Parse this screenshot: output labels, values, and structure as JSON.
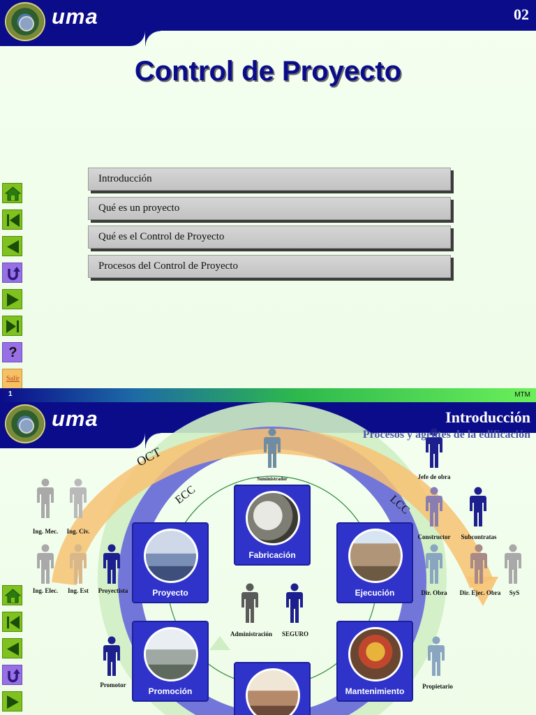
{
  "slide1": {
    "logo_text": "uma",
    "slide_number": "02",
    "title": "Control de Proyecto",
    "menu": [
      "Introducción",
      "Qué es un proyecto",
      "Qué es el Control de Proyecto",
      "Procesos del Control de Proyecto"
    ],
    "nav": {
      "help": "?",
      "exit": "Salir"
    }
  },
  "separator": {
    "left": "1",
    "right": "MTM"
  },
  "slide2": {
    "logo_text": "uma",
    "title": "Introducción",
    "subtitle": "Procesos y agentes de la edificación",
    "arcs": {
      "outer": "OCT",
      "middle": "ECC",
      "right": "LCC"
    },
    "cards": {
      "fabricacion": "Fabricación",
      "proyecto": "Proyecto",
      "ejecucion": "Ejecución",
      "promocion": "Promoción",
      "mantenimiento": "Mantenimiento"
    },
    "agents": {
      "ing_mec": "Ing. Mec.",
      "ing_civ": "Ing. Civ.",
      "ing_elec": "Ing. Elec.",
      "ing_est": "Ing. Est",
      "proyectista": "Proyectista",
      "suministrador": "Suministrador",
      "jefe_obra": "Jefe de obra",
      "constructor": "Constructor",
      "subcontratas": "Subcontratas",
      "dir_obra": "Dir. Obra",
      "dir_ejec_obra": "Dir. Ejec. Obra",
      "sys": "SyS",
      "administracion": "Administración",
      "seguro": "SEGURO",
      "promotor": "Promotor",
      "propietario": "Propietario"
    }
  },
  "colors": {
    "navy": "#0b0c8a",
    "button_green": "#7fc11e",
    "button_purple": "#9870e6",
    "card_blue": "#2f33c9"
  }
}
